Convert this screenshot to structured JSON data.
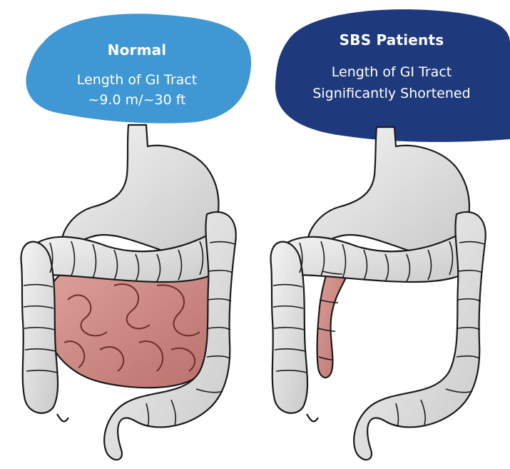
{
  "colors": {
    "normal_bubble": "#3f97d3",
    "sbs_bubble": "#1f3a7c",
    "small_intestine": "#cf8a85",
    "colon_stomach": "#e4e4e4",
    "outline": "#1a1a1a"
  },
  "normal": {
    "title": "Normal",
    "line1": "Length of GI Tract",
    "line2": "~9.0 m/~30 ft"
  },
  "sbs": {
    "title": "SBS Patients",
    "line1": "Length of GI Tract",
    "line2": "Significantly Shortened"
  }
}
